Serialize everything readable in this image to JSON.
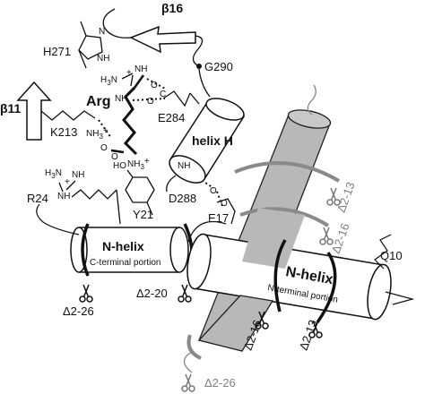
{
  "labels": {
    "beta16": "β16",
    "beta11": "β11",
    "h271": "H271",
    "g290": "G290",
    "arg": "Arg",
    "e284": "E284",
    "k213": "K213",
    "helix_h": "helix H",
    "d288": "D288",
    "r24": "R24",
    "y21": "Y21",
    "e17": "E17",
    "q10": "Q10",
    "nhelix_left": "N-helix",
    "nhelix_left_sub": "C-terminal portion",
    "nhelix_right": "N-helix",
    "nhelix_right_sub": "N-terminal portion",
    "d2_26_left": "Δ2-26",
    "d2_20": "Δ2-20",
    "d2_13_top": "Δ2-13",
    "d2_16_top": "Δ2-16",
    "d2_16_bottom": "Δ2-16",
    "d2_13_bottom": "Δ2-13",
    "d2_26_bottom": "Δ2-26"
  },
  "chem": {
    "nh": "NH",
    "n": "N",
    "oh": "HO",
    "o": "O",
    "nh3": "NH",
    "three": "3",
    "plus": "+"
  },
  "icons": [
    "scissors-icon"
  ],
  "colors": {
    "ink": "#111111",
    "gray_helix": "#b8b8b8",
    "gray_text": "#808080"
  }
}
